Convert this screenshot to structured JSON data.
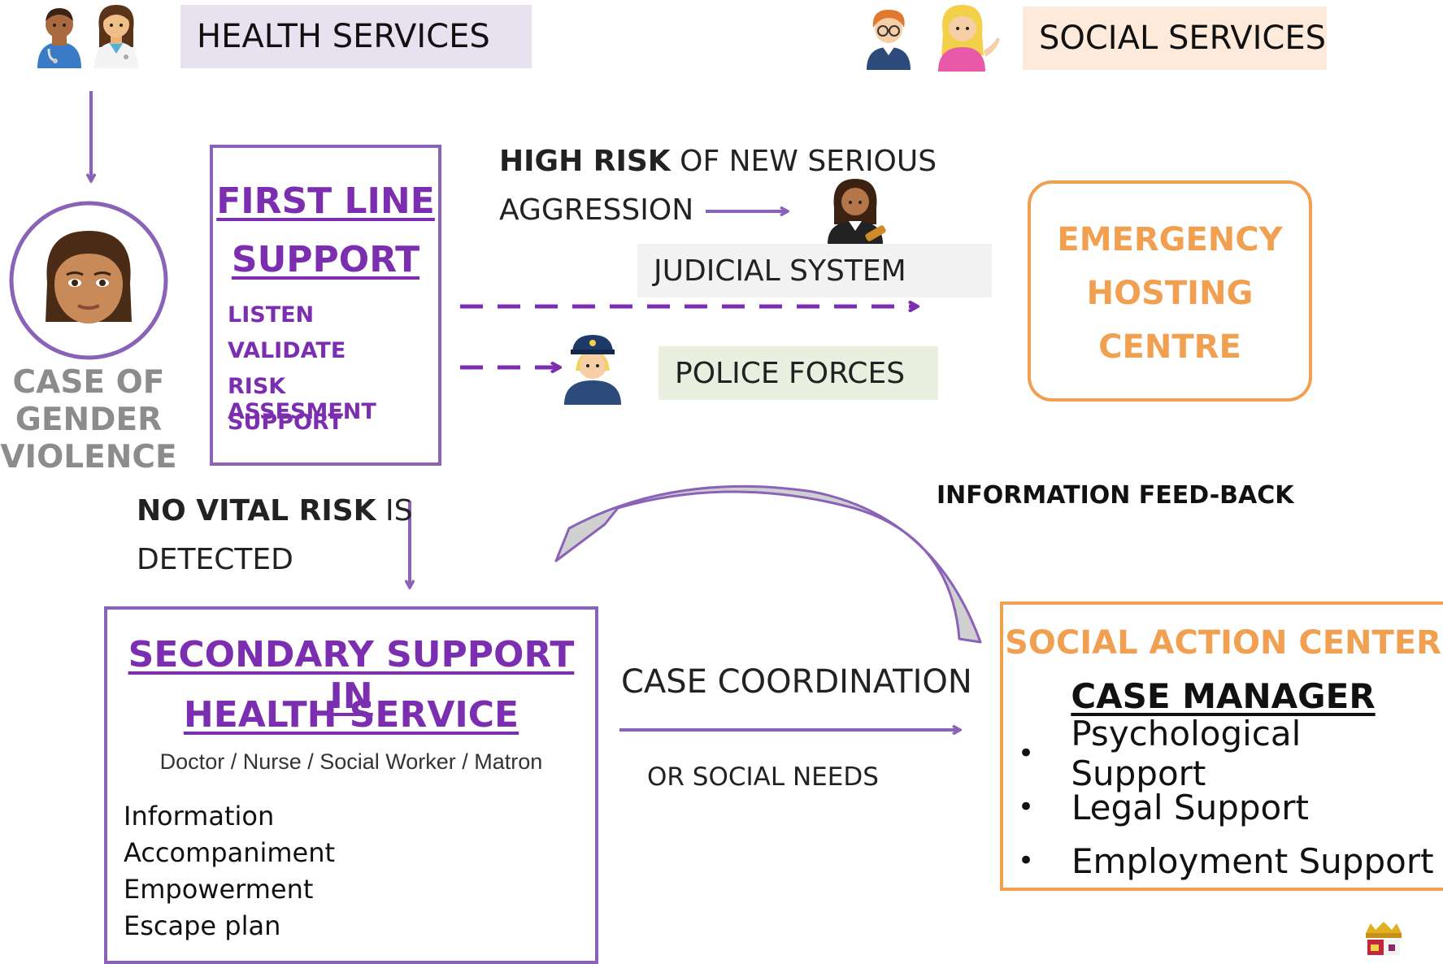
{
  "header": {
    "health_services": "HEALTH SERVICES",
    "social_services": "SOCIAL SERVICES"
  },
  "case": {
    "line1": "CASE OF",
    "line2": "GENDER",
    "line3": "VIOLENCE"
  },
  "first_line": {
    "title_line1": "FIRST LINE",
    "title_line2": "SUPPORT",
    "items": [
      "LISTEN",
      "VALIDATE",
      "RISK ASSESMENT",
      "SUPPORT"
    ]
  },
  "high_risk": {
    "bold": "HIGH RISK",
    "rest": " OF NEW SERIOUS",
    "line2": "AGGRESSION"
  },
  "judicial_system": "JUDICIAL SYSTEM",
  "police_forces": "POLICE FORCES",
  "emergency": {
    "line1": "EMERGENCY",
    "line2": "HOSTING",
    "line3": "CENTRE"
  },
  "information_feedback": "INFORMATION FEED-BACK",
  "no_vital_risk": {
    "bold": "NO VITAL RISK",
    "rest": " IS",
    "line2": "DETECTED"
  },
  "secondary": {
    "title_line1": "SECONDARY SUPPORT IN",
    "title_line2": "HEALTH SERVICE",
    "subtitle": "Doctor / Nurse / Social Worker / Matron",
    "items": [
      "Information",
      "Accompaniment",
      "Empowerment",
      "Escape plan"
    ]
  },
  "case_coordination": "CASE COORDINATION",
  "or_social_needs": "OR SOCIAL NEEDS",
  "social_action": {
    "title": "SOCIAL ACTION CENTER",
    "case_manager": "CASE MANAGER",
    "bullet": "•",
    "items": [
      "Psychological Support",
      "Legal Support",
      "Employment Support"
    ]
  },
  "colors": {
    "purple": "#7b2fb0",
    "purple_border": "#8a62b8",
    "orange": "#f0a050",
    "gray_text": "#8c8c8c",
    "health_header_bg": "#e8e2f0",
    "social_header_bg": "#fdeadb",
    "judicial_bg": "#f2f2f2",
    "police_bg": "#eaf0e0"
  },
  "icons": [
    "male-health-worker-icon",
    "female-health-worker-icon",
    "man-with-glasses-icon",
    "woman-tipping-hand-icon",
    "woman-face-icon",
    "judge-icon",
    "police-officer-icon",
    "coat-of-arms-icon"
  ]
}
